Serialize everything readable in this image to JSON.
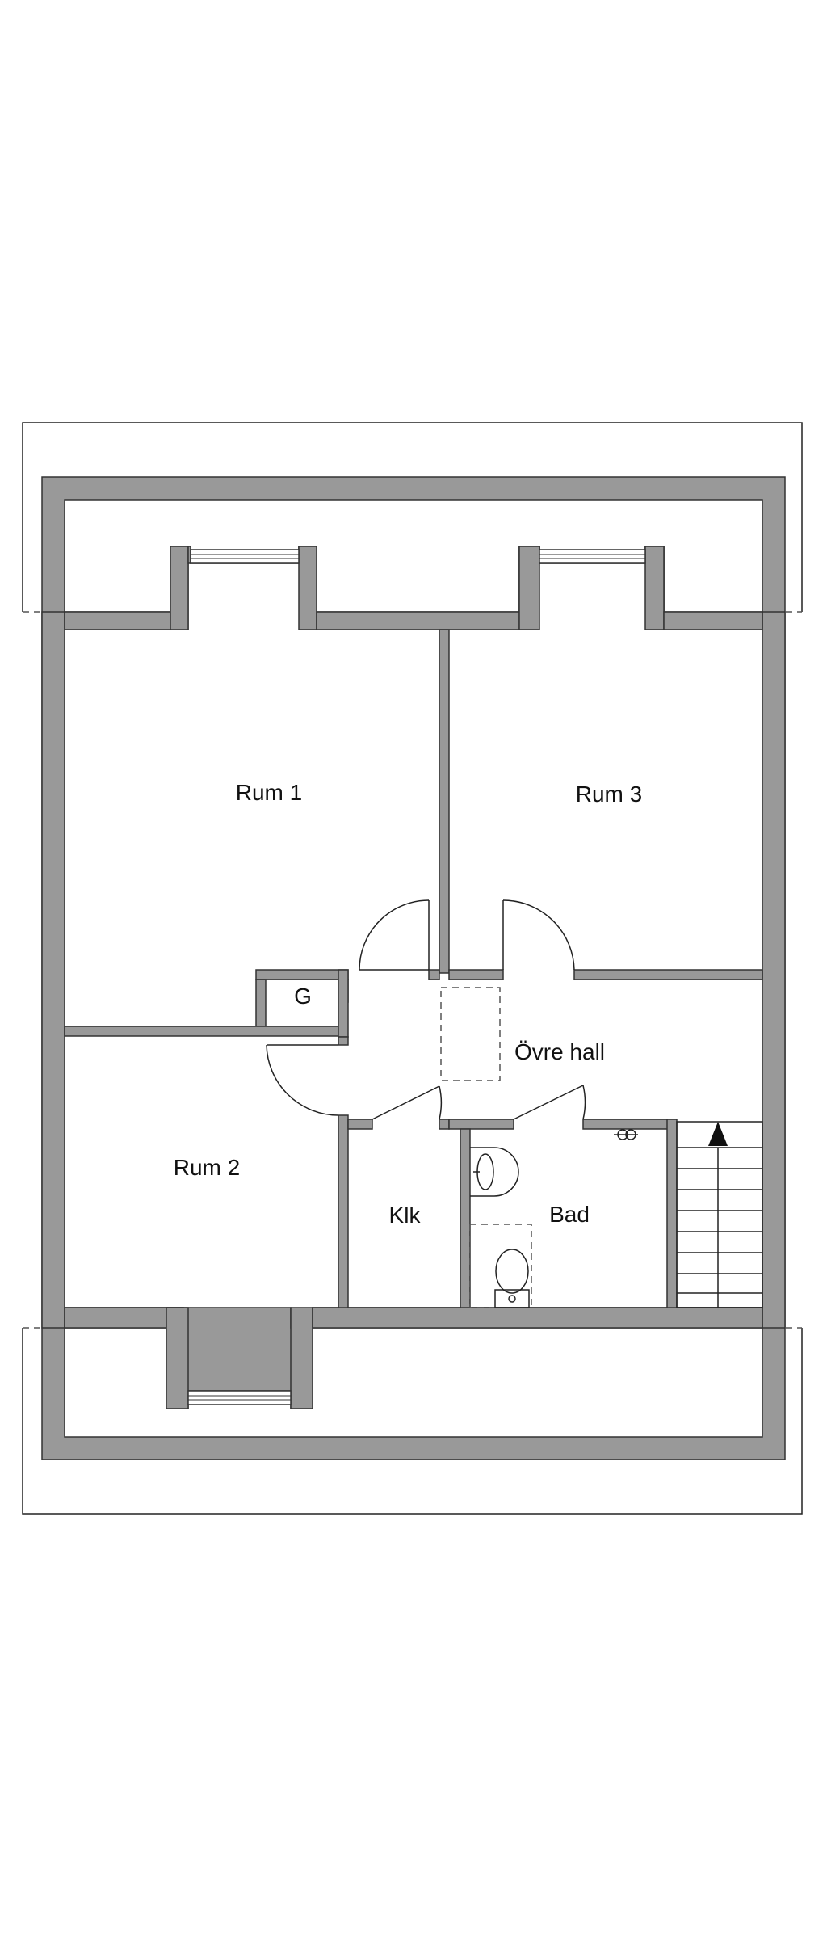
{
  "floorplan": {
    "rooms": [
      {
        "id": "rum1",
        "label": "Rum 1"
      },
      {
        "id": "rum3",
        "label": "Rum 3"
      },
      {
        "id": "garderob",
        "label": "G"
      },
      {
        "id": "ovre_hall",
        "label": "Övre hall"
      },
      {
        "id": "rum2",
        "label": "Rum 2"
      },
      {
        "id": "klk",
        "label": "Klk"
      },
      {
        "id": "bad",
        "label": "Bad"
      }
    ],
    "colors": {
      "wall": "#999999",
      "outline": "#333333",
      "background": "#ffffff",
      "text": "#111111"
    },
    "icons": [
      "window-icon",
      "door-swing-icon",
      "sink-icon",
      "toilet-icon",
      "faucet-icon",
      "stair-arrow-icon"
    ]
  }
}
